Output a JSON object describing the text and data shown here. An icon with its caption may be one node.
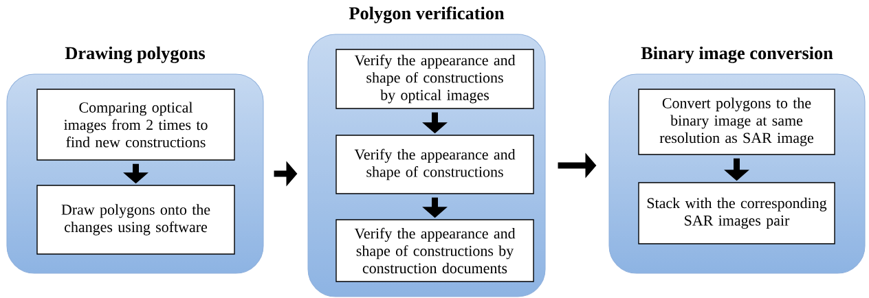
{
  "diagram": {
    "nodes": [
      {
        "text": [
          "Drawing polygons"
        ]
      },
      {
        "text": [
          "Comparing optical images from 2 times to find new constructions"
        ],
        "in": 0
      },
      {
        "text": [
          "Draw polygons onto the changes using software"
        ],
        "in": 0
      },
      {
        "text": [
          "Polygon verification"
        ]
      },
      {
        "text": [
          "Verify the appearance and shape of constructions by optical images"
        ],
        "in": 3
      },
      {
        "text": [
          "Verify the appearance and shape of constructions"
        ],
        "in": 3
      },
      {
        "text": [
          "Verify the appearance and shape of constructions by construction documents"
        ],
        "in": 3
      },
      {
        "text": [
          "Binary image conversion"
        ]
      },
      {
        "text": [
          "Convert polygons to the binary image at same resolution as SAR image"
        ],
        "in": 7
      },
      {
        "text": [
          "Stack with the corresponding SAR images pair"
        ],
        "in": 7
      }
    ],
    "edges": [
      {
        "from": 1,
        "to": 2,
        "arrow": "to"
      },
      {
        "from": 4,
        "to": 5,
        "arrow": "to"
      },
      {
        "from": 5,
        "to": 6,
        "arrow": "to"
      },
      {
        "from": 8,
        "to": 9,
        "arrow": "to"
      },
      {
        "from": 0,
        "to": 3,
        "arrow": "to"
      },
      {
        "from": 3,
        "to": 7,
        "arrow": "to"
      }
    ]
  }
}
